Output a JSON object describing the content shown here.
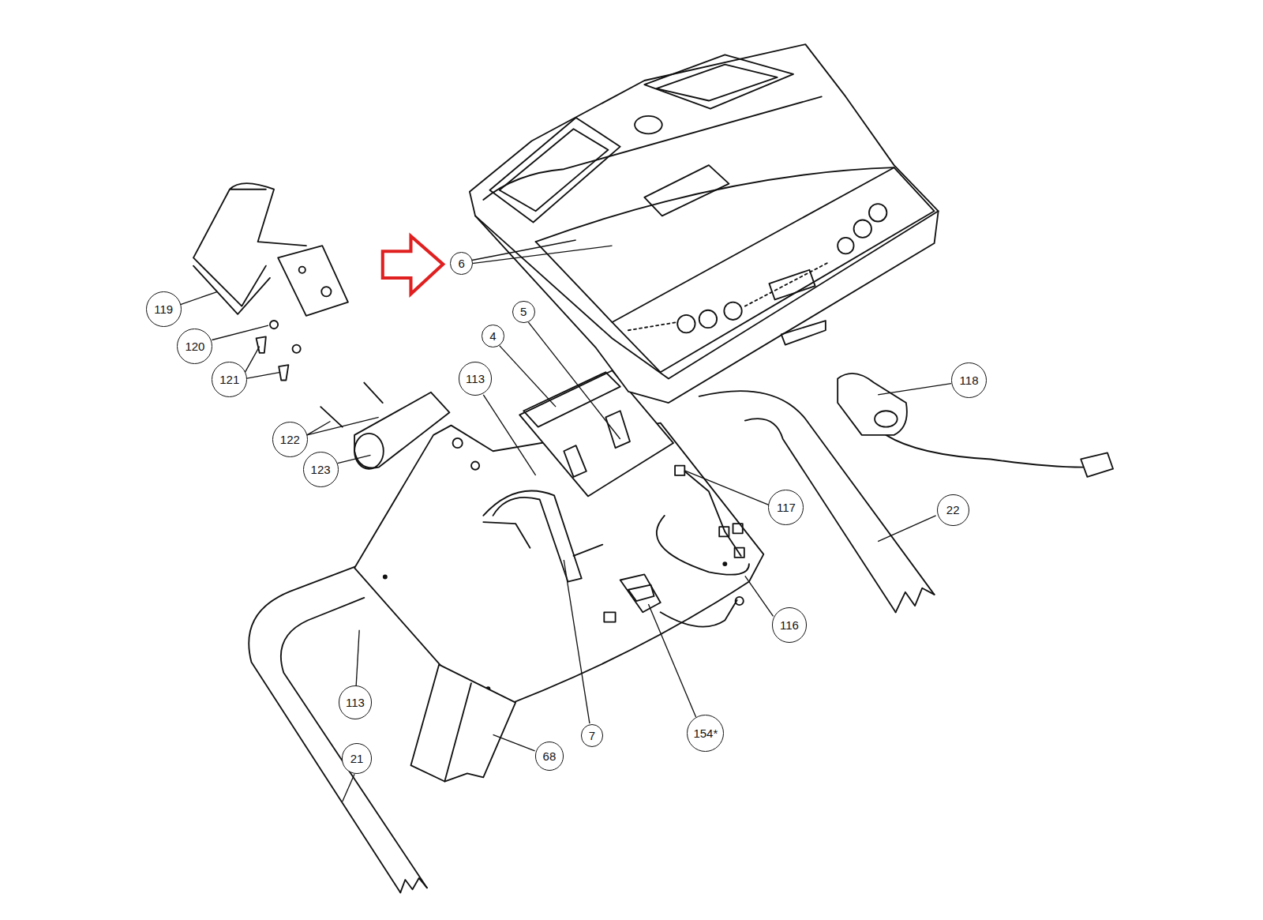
{
  "diagram": {
    "nodes": [
      {
        "text": [
          "6"
        ]
      },
      {
        "text": [
          "119"
        ]
      },
      {
        "text": [
          "5"
        ]
      },
      {
        "text": [
          "4"
        ]
      },
      {
        "text": [
          "120"
        ]
      },
      {
        "text": [
          "113"
        ]
      },
      {
        "text": [
          "118"
        ]
      },
      {
        "text": [
          "121"
        ]
      },
      {
        "text": [
          "122"
        ]
      },
      {
        "text": [
          "123"
        ]
      },
      {
        "text": [
          "117"
        ]
      },
      {
        "text": [
          "22"
        ]
      },
      {
        "text": [
          "116"
        ]
      },
      {
        "text": [
          "113"
        ]
      },
      {
        "text": [
          "7"
        ]
      },
      {
        "text": [
          "154*"
        ]
      },
      {
        "text": [
          "68"
        ]
      },
      {
        "text": [
          "21"
        ]
      }
    ]
  }
}
